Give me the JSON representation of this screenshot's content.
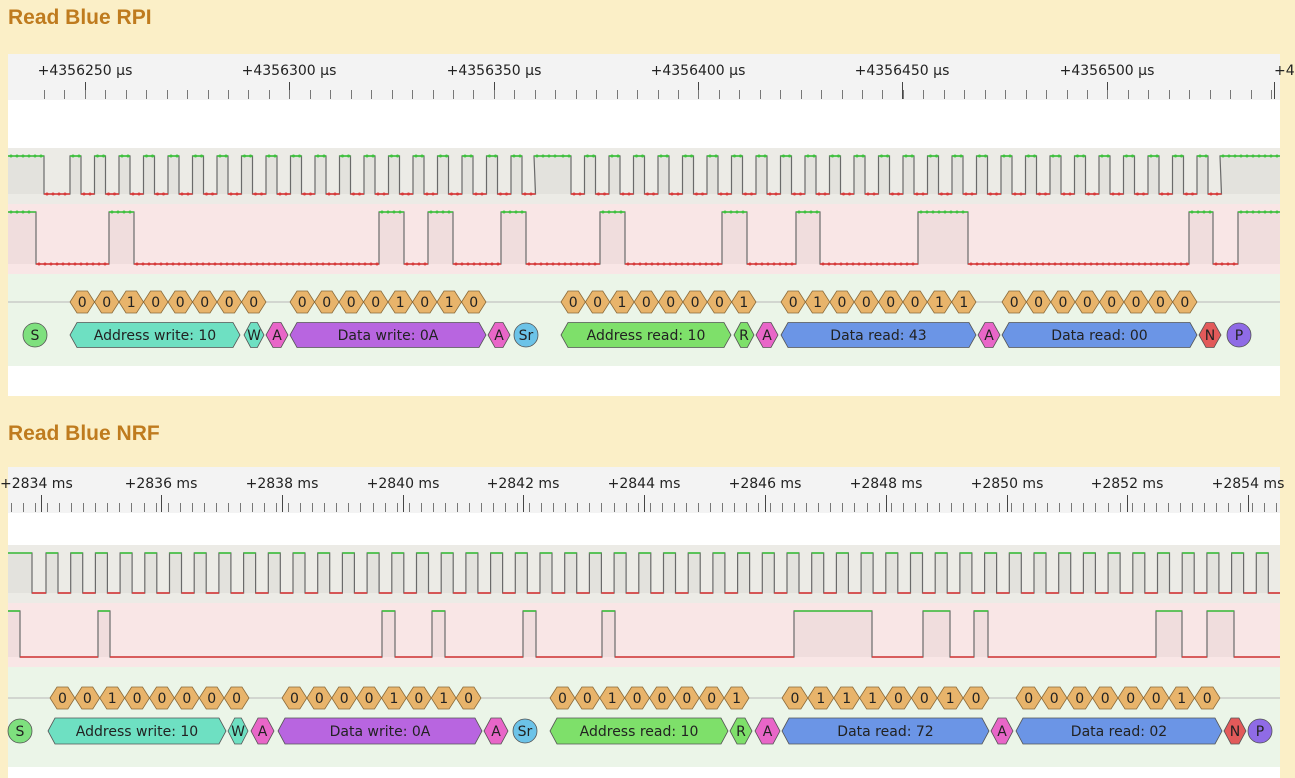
{
  "sections": [
    {
      "title": "Read Blue RPI",
      "ticks": [
        "+4356250 µs",
        "+4356300 µs",
        "+4356350 µs",
        "+4356400 µs",
        "+4356450 µs",
        "+4356500 µs",
        "+4"
      ],
      "bits": [
        [
          "0",
          "0",
          "1",
          "0",
          "0",
          "0",
          "0",
          "0"
        ],
        [
          "0",
          "0",
          "0",
          "0",
          "1",
          "0",
          "1",
          "0"
        ],
        [
          "0",
          "0",
          "1",
          "0",
          "0",
          "0",
          "0",
          "1"
        ],
        [
          "0",
          "1",
          "0",
          "0",
          "0",
          "0",
          "1",
          "1"
        ],
        [
          "0",
          "0",
          "0",
          "0",
          "0",
          "0",
          "0",
          "0"
        ]
      ],
      "frames": [
        {
          "kind": "start",
          "label": "S"
        },
        {
          "kind": "address",
          "label": "Address write: 10"
        },
        {
          "kind": "rw",
          "label": "W"
        },
        {
          "kind": "ack",
          "label": "A"
        },
        {
          "kind": "data",
          "label": "Data write: 0A"
        },
        {
          "kind": "ack",
          "label": "A"
        },
        {
          "kind": "restart",
          "label": "Sr"
        },
        {
          "kind": "address",
          "label": "Address read: 10"
        },
        {
          "kind": "rw",
          "label": "R"
        },
        {
          "kind": "ack",
          "label": "A"
        },
        {
          "kind": "read",
          "label": "Data read: 43"
        },
        {
          "kind": "ack",
          "label": "A"
        },
        {
          "kind": "read",
          "label": "Data read: 00"
        },
        {
          "kind": "nack",
          "label": "N"
        },
        {
          "kind": "stop",
          "label": "P"
        }
      ]
    },
    {
      "title": "Read Blue NRF",
      "ticks": [
        "+2834 ms",
        "+2836 ms",
        "+2838 ms",
        "+2840 ms",
        "+2842 ms",
        "+2844 ms",
        "+2846 ms",
        "+2848 ms",
        "+2850 ms",
        "+2852 ms",
        "+2854 ms"
      ],
      "bits": [
        [
          "0",
          "0",
          "1",
          "0",
          "0",
          "0",
          "0",
          "0"
        ],
        [
          "0",
          "0",
          "0",
          "0",
          "1",
          "0",
          "1",
          "0"
        ],
        [
          "0",
          "0",
          "1",
          "0",
          "0",
          "0",
          "0",
          "1"
        ],
        [
          "0",
          "1",
          "1",
          "1",
          "0",
          "0",
          "1",
          "0"
        ],
        [
          "0",
          "0",
          "0",
          "0",
          "0",
          "0",
          "1",
          "0"
        ]
      ],
      "frames": [
        {
          "kind": "start",
          "label": "S"
        },
        {
          "kind": "address",
          "label": "Address write: 10"
        },
        {
          "kind": "rw",
          "label": "W"
        },
        {
          "kind": "ack",
          "label": "A"
        },
        {
          "kind": "data",
          "label": "Data write: 0A"
        },
        {
          "kind": "ack",
          "label": "A"
        },
        {
          "kind": "restart",
          "label": "Sr"
        },
        {
          "kind": "address",
          "label": "Address read: 10"
        },
        {
          "kind": "rw",
          "label": "R"
        },
        {
          "kind": "ack",
          "label": "A"
        },
        {
          "kind": "read",
          "label": "Data read: 72"
        },
        {
          "kind": "ack",
          "label": "A"
        },
        {
          "kind": "read",
          "label": "Data read: 02"
        },
        {
          "kind": "nack",
          "label": "N"
        },
        {
          "kind": "stop",
          "label": "P"
        }
      ]
    }
  ],
  "colors": {
    "background": "#fbefc7",
    "title": "#bf7b1e",
    "bit": "#e8b46b",
    "address": "#6ee0c2",
    "rw": "#6ee0c2",
    "ack": "#e866c8",
    "data": "#b865e0",
    "read": "#6b95e6",
    "address_read": "#7ee06a",
    "rw_read": "#7ee06a",
    "start": "#7ee07e",
    "restart": "#6cc3e8",
    "nack": "#e25a5a",
    "stop": "#8f6be6",
    "scl_lane": "#ecebe6",
    "sda_lane": "#f9e6e6",
    "signal_high": "#3ec23e",
    "signal_low": "#d93a3a"
  }
}
